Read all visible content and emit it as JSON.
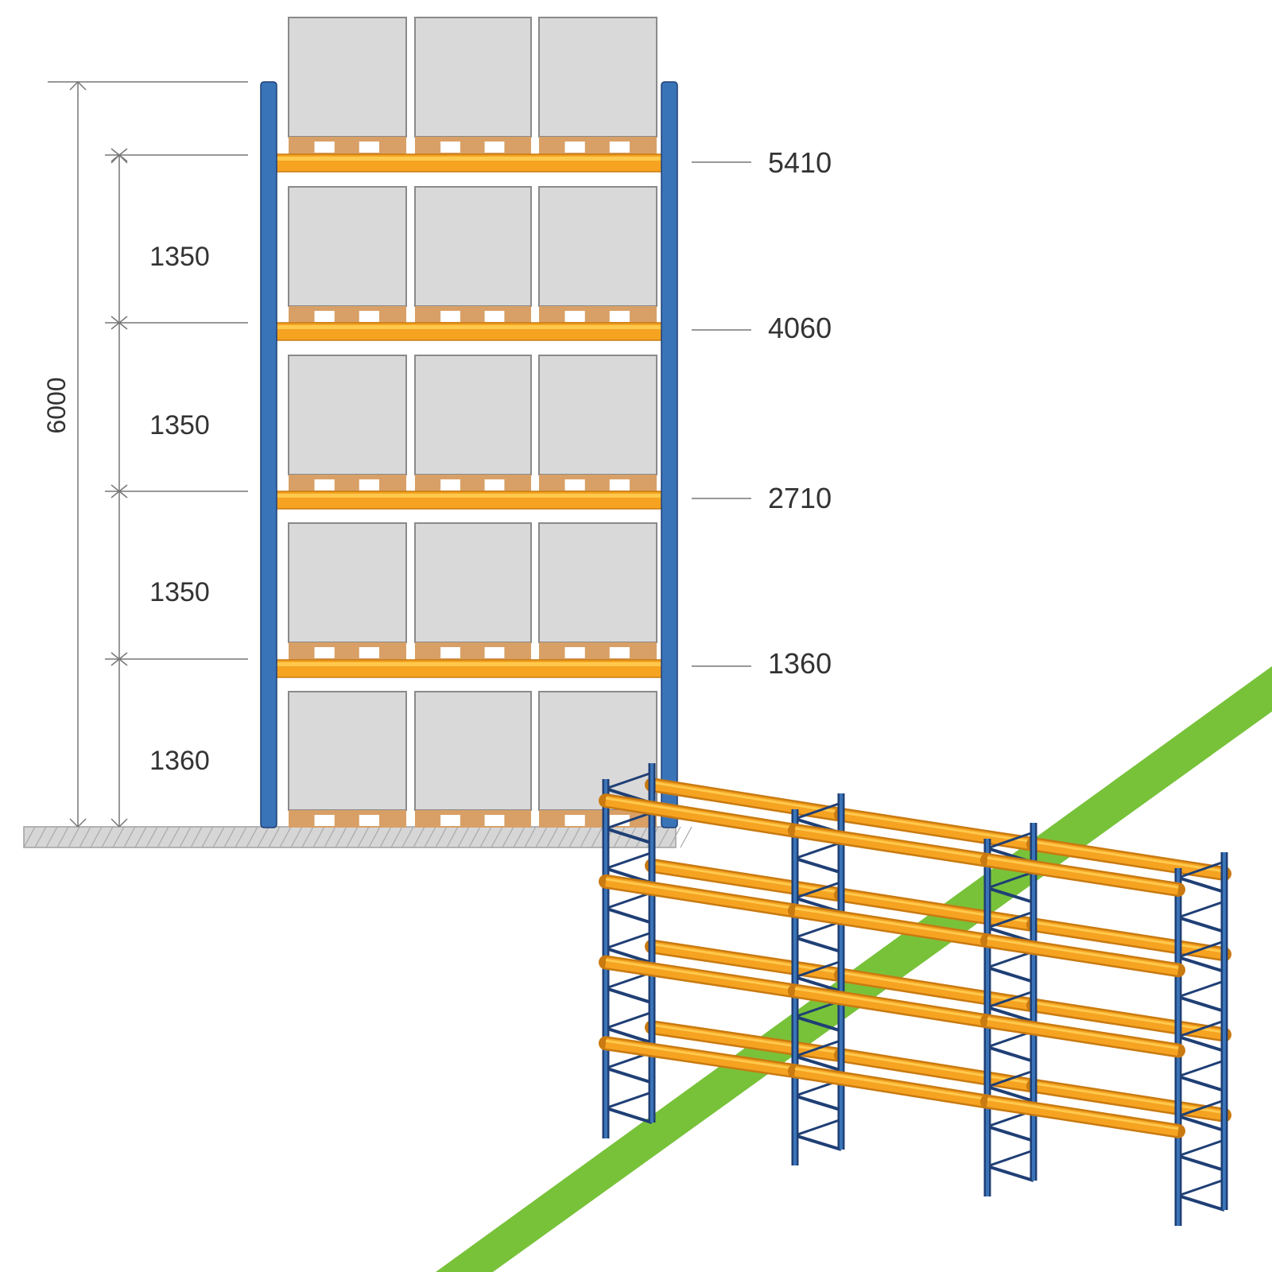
{
  "drawing": {
    "overall_height": "6000",
    "level_spacings": [
      "1350",
      "1350",
      "1350",
      "1360"
    ],
    "beam_levels": [
      "5410",
      "4060",
      "2710",
      "1360"
    ]
  },
  "colors": {
    "upright": "#3a74b8",
    "upright_dark": "#1f3f75",
    "beam": "#f5a321",
    "beam_light": "#ffc94d",
    "beam_dark": "#c97a10",
    "box_fill": "#d9d9d9",
    "box_stroke": "#8a8a8a",
    "pallet": "#d8a066",
    "floor": "#cfcfcf",
    "aisle_stripe": "#78c23a",
    "dim_line": "#777777",
    "text": "#333333"
  },
  "icons": {
    "rack_elevation": "pallet-rack-elevation-drawing",
    "rack_3d": "pallet-rack-3d-view-icon",
    "aisle": "green-aisle-stripe"
  }
}
